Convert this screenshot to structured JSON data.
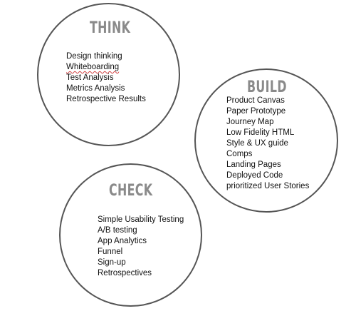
{
  "think": {
    "title": "THINK",
    "items": [
      "Design thinking",
      "Whiteboarding",
      "Test Analysis",
      "Metrics Analysis",
      "Retrospective Results"
    ]
  },
  "build": {
    "title": "BUILD",
    "items": [
      "Product Canvas",
      "Paper Prototype",
      "Journey Map",
      "Low Fidelity HTML",
      "Style & UX guide",
      "Comps",
      "Landing Pages",
      "Deployed Code",
      "prioritized User Stories"
    ]
  },
  "check": {
    "title": "CHECK",
    "items": [
      "Simple Usability Testing",
      "A/B testing",
      "App Analytics",
      "Funnel",
      "Sign-up",
      "Retrospectives"
    ]
  },
  "colors": {
    "circle_border": "#555555",
    "heading": "#8a8a8a",
    "text": "#111111",
    "spellcheck_underline": "#d04040"
  }
}
